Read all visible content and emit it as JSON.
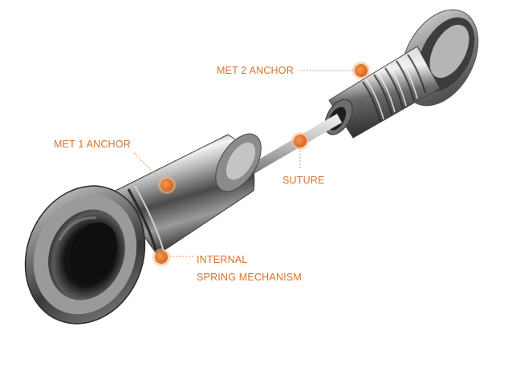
{
  "callouts": {
    "met2_anchor": "MET 2 ANCHOR",
    "met1_anchor": "MET 1 ANCHOR",
    "suture": "SUTURE",
    "internal_spring_line1": "INTERNAL",
    "internal_spring_line2": "SPRING MECHANISM"
  },
  "colors": {
    "accent": "#e07a2f",
    "label_text": "#d9712c",
    "leader_line": "#e8955c"
  }
}
